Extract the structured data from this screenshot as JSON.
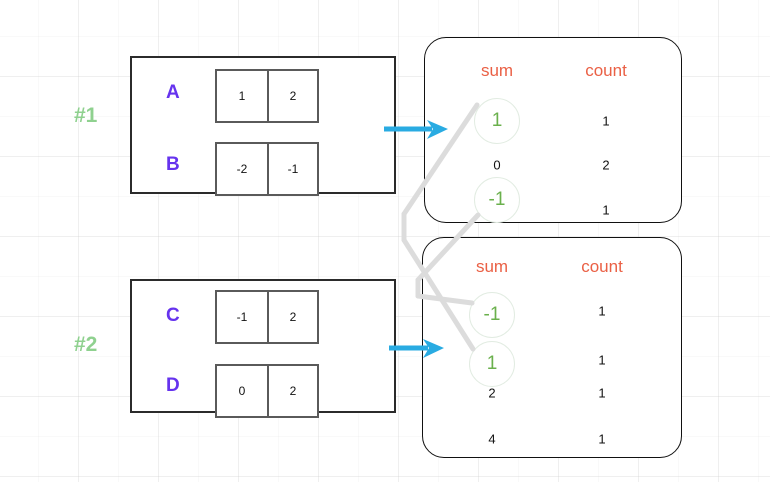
{
  "diagram": {
    "sections": [
      {
        "id": "1",
        "label": "#1"
      },
      {
        "id": "2",
        "label": "#2"
      }
    ],
    "colors": {
      "section_label": "#8fd18f",
      "row_label": "#6633ee",
      "column_header": "#ea6045",
      "highlight_value": "#6ab04c",
      "arrow": "#29abe2",
      "connector": "#d9d9d9",
      "box_border": "#2b2b2b",
      "cell_border": "#5a5a5a"
    },
    "source_boxes": [
      {
        "section": "#1",
        "rows": [
          {
            "label": "A",
            "cells": [
              "1",
              "2"
            ]
          },
          {
            "label": "B",
            "cells": [
              "-2",
              "-1"
            ]
          }
        ]
      },
      {
        "section": "#2",
        "rows": [
          {
            "label": "C",
            "cells": [
              "-1",
              "2"
            ]
          },
          {
            "label": "D",
            "cells": [
              "0",
              "2"
            ]
          }
        ]
      }
    ],
    "result_panels": [
      {
        "section": "#1",
        "columns": [
          "sum",
          "count"
        ],
        "rows": [
          {
            "sum": "1",
            "count": "1",
            "highlight": true
          },
          {
            "sum": "0",
            "count": "2",
            "highlight": false
          },
          {
            "sum": "-1",
            "count": "1",
            "highlight": true
          }
        ]
      },
      {
        "section": "#2",
        "columns": [
          "sum",
          "count"
        ],
        "rows": [
          {
            "sum": "-1",
            "count": "1",
            "highlight": true
          },
          {
            "sum": "1",
            "count": "1",
            "highlight": true
          },
          {
            "sum": "2",
            "count": "1",
            "highlight": false
          },
          {
            "sum": "4",
            "count": "1",
            "highlight": false
          }
        ]
      }
    ],
    "arrows": [
      {
        "name": "arrow-source-1-to-panel-1",
        "from": "source-box-1",
        "to": "result-panel-1"
      },
      {
        "name": "arrow-source-2-to-panel-2",
        "from": "source-box-2",
        "to": "result-panel-2"
      }
    ],
    "connectors": [
      {
        "name": "connector-panel1-sum-1-to-panel2-sum-1",
        "from": "panel1.sum=1",
        "to": "panel2.sum=1"
      },
      {
        "name": "connector-panel1-sum-neg1-to-panel2-sum-neg1",
        "from": "panel1.sum=-1",
        "to": "panel2.sum=-1"
      }
    ]
  }
}
